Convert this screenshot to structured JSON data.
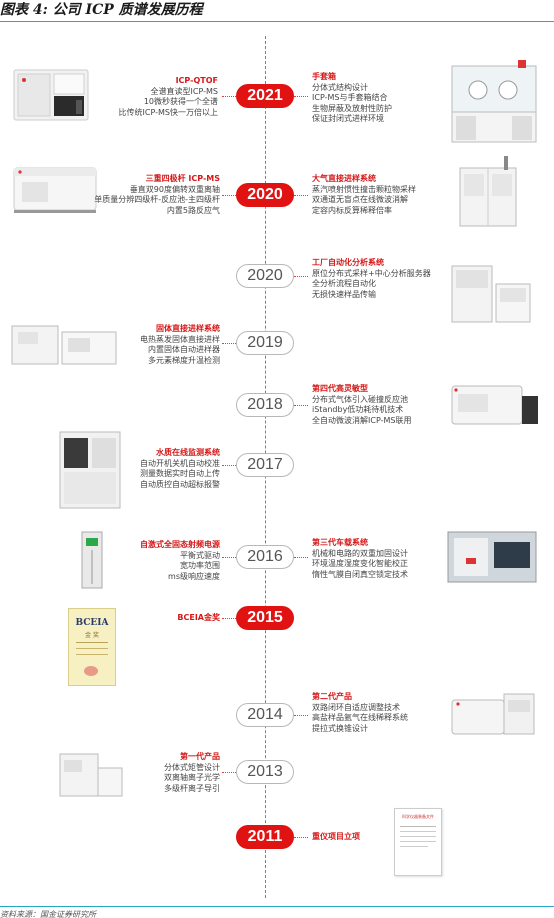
{
  "header": {
    "title": "图表 4: 公司 ICP 质谱发展历程"
  },
  "footer": {
    "source": "资料来源：国金证券研究所"
  },
  "colors": {
    "accent": "#e01212",
    "rule": "#27a6c9",
    "outline": "#b8b8b8"
  },
  "events": [
    {
      "year": "2021",
      "left": {
        "heading": "ICP-QTOF",
        "lines": [
          "全谱直读型ICP-MS",
          "10微秒获得一个全谱",
          "比传统ICP-MS快一万倍以上"
        ]
      },
      "right": {
        "heading": "手套箱",
        "lines": [
          "分体式结构设计",
          "ICP-MS与手套箱结合",
          "生物屏蔽及放射性防护",
          "保证封闭式进样环境"
        ]
      }
    },
    {
      "year": "2020",
      "left": {
        "heading": "三重四极杆 ICP-MS",
        "lines": [
          "垂直双90度偏转双重离轴",
          "单质量分辨四级杆-反应池-主四级杆",
          "内置5路反应气"
        ]
      },
      "right": {
        "heading": "大气直接进样系统",
        "lines": [
          "蒸汽喷射惯性撞击颗粒物采样",
          "双通道无盲点在线微波消解",
          "定容内标反算稀释倍率"
        ]
      }
    },
    {
      "year": "2020",
      "right": {
        "heading": "工厂自动化分析系统",
        "lines": [
          "原位分布式采样+中心分析服务器",
          "全分析流程自动化",
          "无损快速样品传输"
        ]
      }
    },
    {
      "year": "2019",
      "left": {
        "heading": "固体直接进样系统",
        "lines": [
          "电热蒸发固体直接进样",
          "内置固体自动进样器",
          "多元素梯度升温检测"
        ]
      }
    },
    {
      "year": "2018",
      "right": {
        "heading": "第四代高灵敏型",
        "lines": [
          "分布式气体引入碰撞反应池",
          "iStandby低功耗待机技术",
          "全自动微波消解ICP-MS联用"
        ]
      }
    },
    {
      "year": "2017",
      "left": {
        "heading": "水质在线监测系统",
        "lines": [
          "自动开机关机自动校准",
          "测量数据实时自动上传",
          "自动质控自动超标报警"
        ]
      }
    },
    {
      "year": "2016",
      "left": {
        "heading": "自激式全固态射频电源",
        "lines": [
          "平衡式驱动",
          "宽功率范围",
          "ms级响应速度"
        ]
      },
      "right": {
        "heading": "第三代车载系统",
        "lines": [
          "机械和电路的双重加固设计",
          "环境温度湿度变化智能校正",
          "惰性气膜自闭真空锁定技术"
        ]
      }
    },
    {
      "year": "2015",
      "left": {
        "heading": "BCEIA金奖",
        "lines": []
      }
    },
    {
      "year": "2014",
      "right": {
        "heading": "第二代产品",
        "lines": [
          "双路闭环自适应调整技术",
          "高盐样品氩气在线稀释系统",
          "提拉式换锥设计"
        ]
      }
    },
    {
      "year": "2013",
      "left": {
        "heading": "第一代产品",
        "lines": [
          "分体式矩管设计",
          "双离轴离子光学",
          "多级杆离子导引"
        ]
      }
    },
    {
      "year": "2011",
      "right": {
        "heading": "重仪项目立项",
        "lines": []
      }
    }
  ],
  "images": {
    "qtof": "ICP-QTOF instrument photo",
    "glovebox": "glove box photo",
    "tq": "triple quad ICP-MS photo",
    "atmos": "atmospheric sampler photo",
    "factory": "factory automation system photo",
    "solid": "solid sampler photo",
    "gen4": "4th gen instrument photo",
    "water": "water monitoring cabinet photo",
    "rf": "RF power supply photo",
    "vehicle": "vehicle system photo",
    "award": "BCEIA award certificate",
    "gen2": "2nd gen instrument photo",
    "gen1": "1st gen instrument photo",
    "doc": "project document photo"
  },
  "award_text": {
    "big": "BCEIA",
    "small": "金 奖"
  },
  "doc_text": {
    "title": "科学仪器装备文件"
  }
}
